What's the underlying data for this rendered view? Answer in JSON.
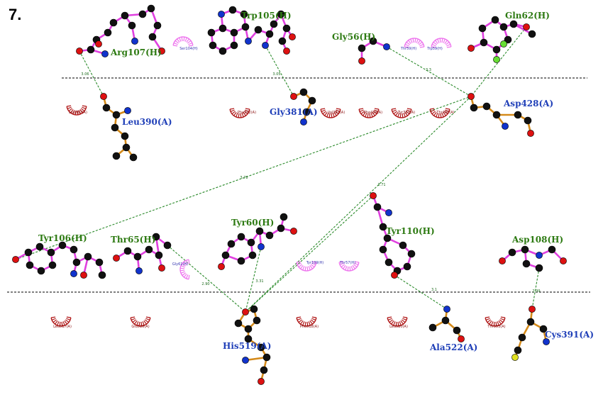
{
  "figure_label": "7.",
  "colors": {
    "h_chain_label": "#2d7a12",
    "a_chain_label": "#1f3fb8",
    "h_chain_bond": "#e040e0",
    "a_chain_bond": "#d48a1a",
    "carbon": "#111111",
    "oxygen": "#dd1111",
    "nitrogen": "#1133cc",
    "sulfur": "#e0e020",
    "fluorine": "#66dd33",
    "hbond": "#2a8a2a",
    "hydrophobic_red": "#b01818",
    "hydrophobic_pink": "#ee77ee",
    "interface_line": "#000000"
  },
  "residues": [
    {
      "id": "arg107",
      "label": "Arg107(H)",
      "chain": "H"
    },
    {
      "id": "trp105",
      "label": "Trp105(H)",
      "chain": "H"
    },
    {
      "id": "gly56",
      "label": "Gly56(H)",
      "chain": "H"
    },
    {
      "id": "gln62",
      "label": "Gln62(H)",
      "chain": "H"
    },
    {
      "id": "leu390",
      "label": "Leu390(A)",
      "chain": "A"
    },
    {
      "id": "gly381",
      "label": "Gly381(A)",
      "chain": "A"
    },
    {
      "id": "asp428",
      "label": "Asp428(A)",
      "chain": "A"
    },
    {
      "id": "tyr106",
      "label": "Tyr106(H)",
      "chain": "H"
    },
    {
      "id": "thr65",
      "label": "Thr65(H)",
      "chain": "H"
    },
    {
      "id": "tyr60",
      "label": "Tyr60(H)",
      "chain": "H"
    },
    {
      "id": "tyr110",
      "label": "Tyr110(H)",
      "chain": "H"
    },
    {
      "id": "asp108",
      "label": "Asp108(H)",
      "chain": "H"
    },
    {
      "id": "his519",
      "label": "His519(A)",
      "chain": "A"
    },
    {
      "id": "ala522",
      "label": "Ala522(A)",
      "chain": "A"
    },
    {
      "id": "cys391",
      "label": "Cys391(A)",
      "chain": "A"
    }
  ],
  "hydrophobic_contacts": [
    {
      "label": "Ser104(H)",
      "color": "pink"
    },
    {
      "label": "Thr59(H)",
      "color": "pink"
    },
    {
      "label": "Trp59(H)",
      "color": "pink"
    },
    {
      "label": "Leu387(A)",
      "color": "red"
    },
    {
      "label": "Phe392(A)",
      "color": "red"
    },
    {
      "label": "Val382(A)",
      "color": "red"
    },
    {
      "label": "Phe429(A)",
      "color": "red"
    },
    {
      "label": "Tyr383(A)",
      "color": "red"
    },
    {
      "label": "Thr430(A)",
      "color": "red"
    },
    {
      "label": "Gly61(H)",
      "color": "pink"
    },
    {
      "label": "Tyr109(H)",
      "color": "pink"
    },
    {
      "label": "Thr57(H)",
      "color": "pink"
    },
    {
      "label": "Leu517(A)",
      "color": "red"
    },
    {
      "label": "Glu516(A)",
      "color": "red"
    },
    {
      "label": "Phe518(A)",
      "color": "red"
    },
    {
      "label": "Leu520(A)",
      "color": "red"
    },
    {
      "label": "Thr393(A)",
      "color": "red"
    }
  ],
  "hbonds": [
    {
      "from": "Arg107(H)",
      "to": "Leu390(A)",
      "distance": "3.06"
    },
    {
      "from": "Trp105(H)",
      "to": "Gly381(A)",
      "distance": "3.05"
    },
    {
      "from": "Gly56(H)",
      "to": "Asp428(A)",
      "distance": "3.3"
    },
    {
      "from": "Gln62(H)",
      "to": "Asp428(A)",
      "distance": ""
    },
    {
      "from": "Tyr106(H)",
      "to": "Asp428(A)",
      "distance": "3.78"
    },
    {
      "from": "Tyr110(H)",
      "to": "His519(A)",
      "distance": "3.71"
    },
    {
      "from": "Thr65(H)",
      "to": "His519(A)",
      "distance": "2.90"
    },
    {
      "from": "Tyr60(H)",
      "to": "His519(A)",
      "distance": "3.31"
    },
    {
      "from": "Tyr110(H)",
      "to": "Ala522(A)",
      "distance": "3.1"
    },
    {
      "from": "Asp108(H)",
      "to": "Cys391(A)",
      "distance": "2.99"
    },
    {
      "from": "Asp428(A)",
      "to": "His519(A)",
      "distance": "3.2"
    }
  ],
  "hydrophobic_names": [
    "Ser104(H)",
    "Thr59(H)",
    "Trp59(H)",
    "Leu387(A)",
    "Phe392(A)",
    "Val382(A)",
    "Phe429(A)",
    "Tyr383(A)",
    "Thr430(A)",
    "Gly61(H)",
    "Tyr109(H)",
    "Thr57(H)",
    "Leu517(A)",
    "Glu516(A)",
    "Phe518(A)",
    "Leu520(A)",
    "Thr393(A)"
  ],
  "hbond_distances": [
    "3.06",
    "3.05",
    "3.3",
    "3.78",
    "3.71",
    "2.90",
    "3.31",
    "3.1",
    "2.99",
    "3.2"
  ]
}
